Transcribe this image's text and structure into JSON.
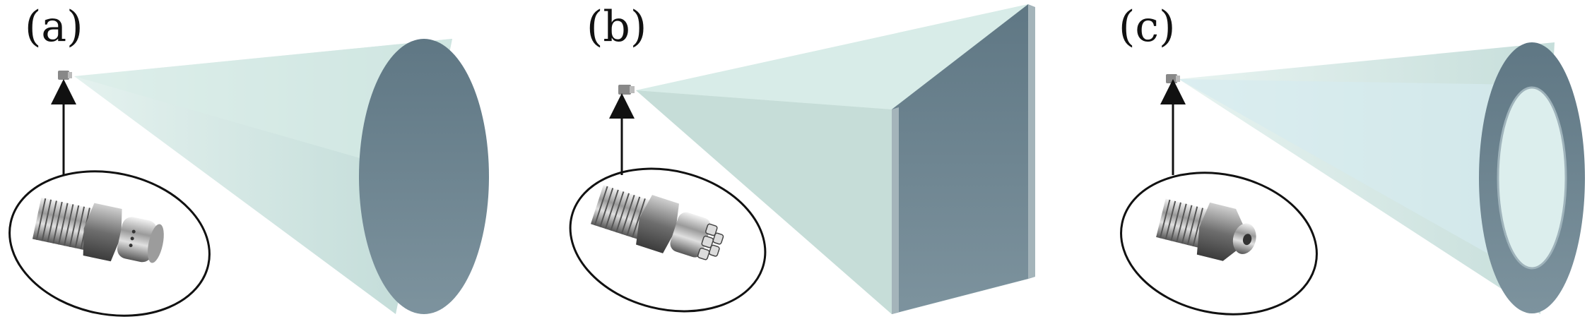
{
  "panels": [
    {
      "label": "(a)",
      "spray_pattern": "full-cone",
      "nozzle_tip": "slotted-face"
    },
    {
      "label": "(b)",
      "spray_pattern": "square",
      "nozzle_tip": "cross-slotted"
    },
    {
      "label": "(c)",
      "spray_pattern": "hollow-cone",
      "nozzle_tip": "dome-orifice"
    }
  ],
  "colors": {
    "spray_fill": "#cfe6e0",
    "spray_face": "#6f8692",
    "spray_edge": "#8ea4ad",
    "outline": "#111111",
    "nozzle_body": "#a9a9a9"
  }
}
